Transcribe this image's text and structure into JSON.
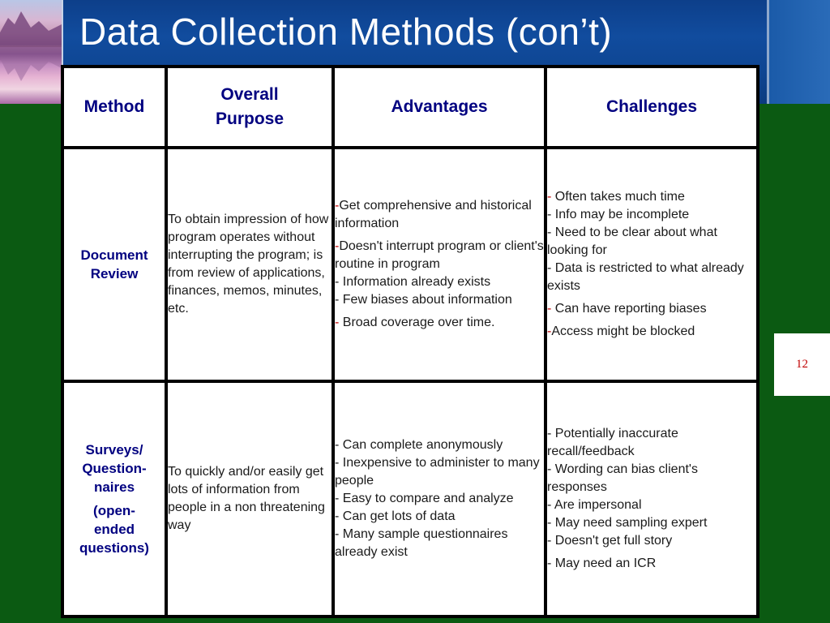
{
  "slide": {
    "title": "Data Collection Methods (con’t)",
    "page_number": "12"
  },
  "table": {
    "headers": {
      "method": "Method",
      "purpose_line1": "Overall",
      "purpose_line2": "Purpose",
      "advantages": "Advantages",
      "challenges": "Challenges"
    },
    "rows": [
      {
        "method_lines": [
          "Document",
          "Review"
        ],
        "purpose": "To obtain impression of how program operates without interrupting the program; is from review of applications, finances, memos, minutes, etc.",
        "advantages": [
          "Get comprehensive and historical information",
          "Doesn't interrupt program or client's routine in program",
          "Information already exists",
          "Few biases about information",
          "Broad coverage over time."
        ],
        "challenges": [
          "Often takes much time",
          "Info may be incomplete",
          "Need to be clear about what looking for",
          "Data is restricted to what already exists",
          "Can have reporting biases",
          "Access might be blocked"
        ]
      },
      {
        "method_lines": [
          "Surveys/",
          "Question-",
          "naires",
          "(open-",
          "ended",
          "questions)"
        ],
        "purpose": "To quickly and/or easily get lots of information from people in a non threatening way",
        "advantages": [
          "Can complete anonymously",
          "Inexpensive to administer to many people",
          "Easy to compare and analyze",
          "Can get lots of data",
          "Many sample questionnaires already exist"
        ],
        "challenges": [
          "Potentially inaccurate recall/feedback",
          "Wording can bias client's responses",
          "Are impersonal",
          "May need sampling expert",
          "Doesn't get full story",
          "May need an ICR"
        ]
      }
    ]
  }
}
